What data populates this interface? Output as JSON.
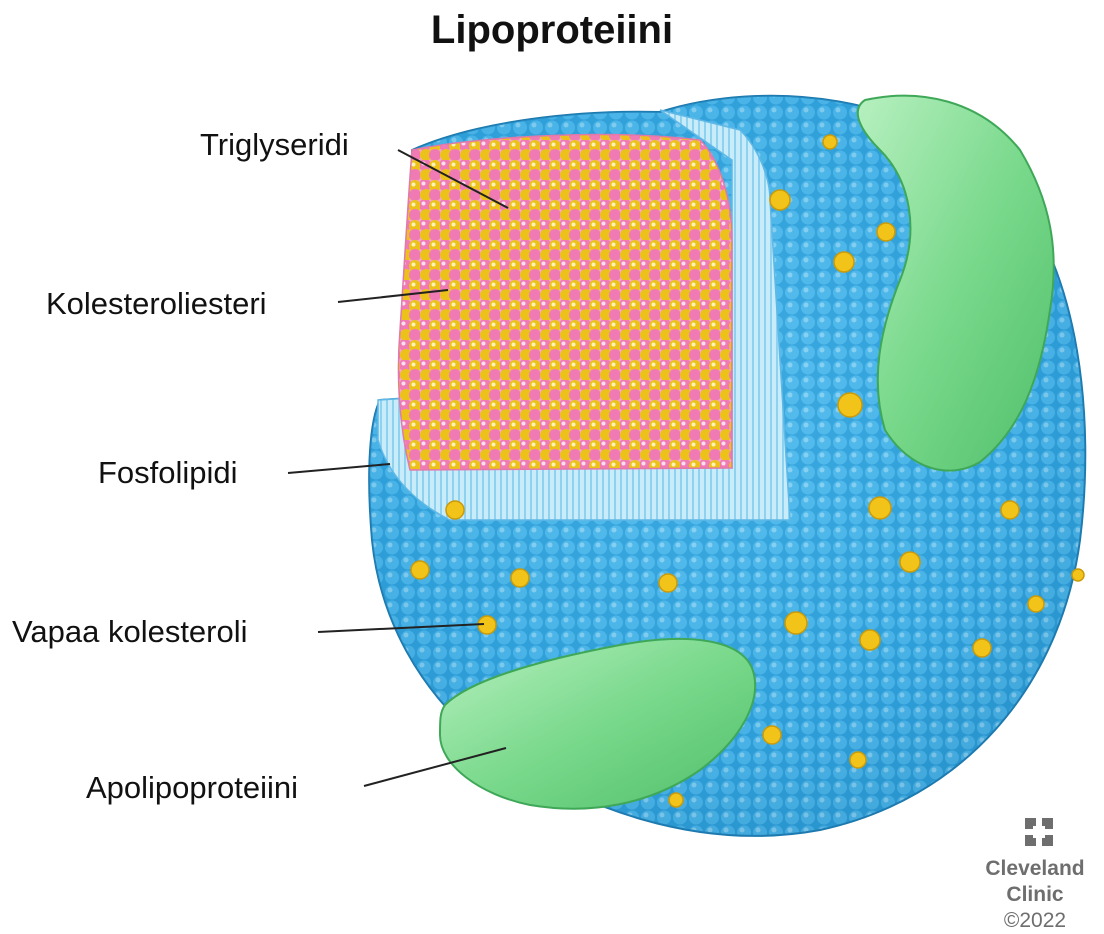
{
  "title": "Lipoproteiini",
  "labels": [
    "Triglyseridi",
    "Kolesteroliesteri",
    "Fosfolipidi",
    "Vapaa kolesteroli",
    "Apolipoproteiini"
  ],
  "credit": {
    "brand_line1": "Cleveland",
    "brand_line2": "Clinic",
    "copyright": "©2022"
  },
  "colors": {
    "phospholipid_blue": "#3aa9e0",
    "phospholipid_tail": "#a8dcf2",
    "free_cholesterol_yellow": "#f2c419",
    "triglyceride_pink": "#f07ab4",
    "cholesteryl_ester_yellow": "#ecc21a",
    "apolipoprotein_green": "#7ad98c"
  }
}
